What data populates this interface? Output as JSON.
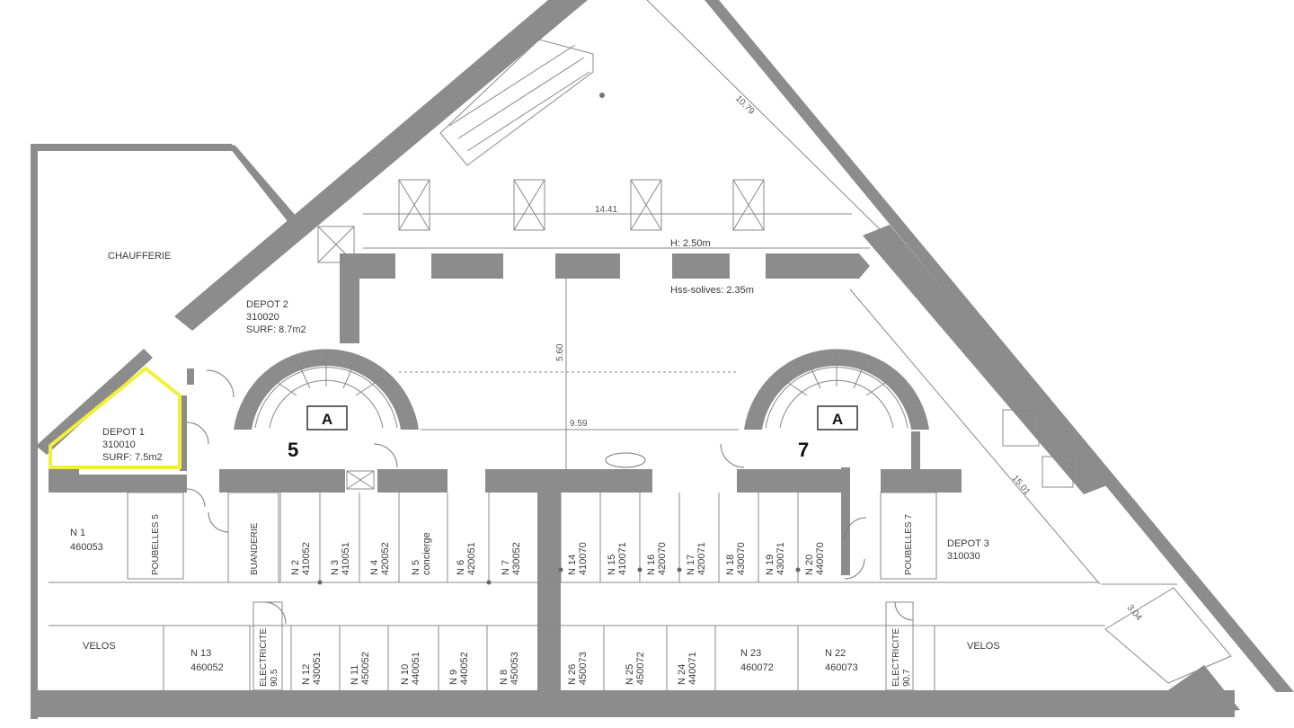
{
  "rooms": {
    "chaufferie": "CHAUFFERIE",
    "depot1": {
      "name": "DEPOT 1",
      "code": "310010",
      "surf": "SURF: 7.5m2"
    },
    "depot2": {
      "name": "DEPOT 2",
      "code": "310020",
      "surf": "SURF: 8.7m2"
    },
    "depot3": {
      "name": "DEPOT 3",
      "code": "310030"
    },
    "velos_left": "VELOS",
    "velos_right": "VELOS",
    "poubelles5": "POUBELLES 5",
    "poubelles7": "POUBELLES 7",
    "buanderie": "BUANDERIE",
    "electricite_left": {
      "name": "ELECTRICITE",
      "num": "90.5"
    },
    "electricite_right": {
      "name": "ELECTRICITE",
      "num": "90.7"
    }
  },
  "cellars_top": [
    {
      "name": "N 1",
      "code": "460053"
    },
    {
      "name": "N 2",
      "code": "410052"
    },
    {
      "name": "N 3",
      "code": "410051"
    },
    {
      "name": "N 4",
      "code": "420052"
    },
    {
      "name": "N 5",
      "code": "concierge"
    },
    {
      "name": "N 6",
      "code": "420051"
    },
    {
      "name": "N 7",
      "code": "430052"
    },
    {
      "name": "N 14",
      "code": "410070"
    },
    {
      "name": "N 15",
      "code": "410071"
    },
    {
      "name": "N 16",
      "code": "420070"
    },
    {
      "name": "N 17",
      "code": "420071"
    },
    {
      "name": "N 18",
      "code": "430070"
    },
    {
      "name": "N 19",
      "code": "430071"
    },
    {
      "name": "N 20",
      "code": "440070"
    }
  ],
  "cellars_bottom": [
    {
      "name": "N 13",
      "code": "460052"
    },
    {
      "name": "N 12",
      "code": "430051"
    },
    {
      "name": "N 11",
      "code": "450052"
    },
    {
      "name": "N 10",
      "code": "440051"
    },
    {
      "name": "N 9",
      "code": "440052"
    },
    {
      "name": "N 8",
      "code": "450053"
    },
    {
      "name": "N 26",
      "code": "450073"
    },
    {
      "name": "N 25",
      "code": "450072"
    },
    {
      "name": "N 24",
      "code": "440071"
    },
    {
      "name": "N 23",
      "code": "460072"
    },
    {
      "name": "N 22",
      "code": "460073"
    }
  ],
  "dimensions": {
    "width_top": "14.41",
    "height": "H: 2.50m",
    "height_under_beams": "Hss-solives: 2.35m",
    "vertical": "5.60",
    "width_mid": "9.59",
    "diag_top": "10.79",
    "diag_right": "15.01",
    "diag_small": "3.04"
  },
  "stairs": {
    "left": {
      "label": "A",
      "number": "5"
    },
    "right": {
      "label": "A",
      "number": "7"
    }
  },
  "colors": {
    "wall": "#8c8c8c",
    "highlight": "#f2ef3a"
  }
}
